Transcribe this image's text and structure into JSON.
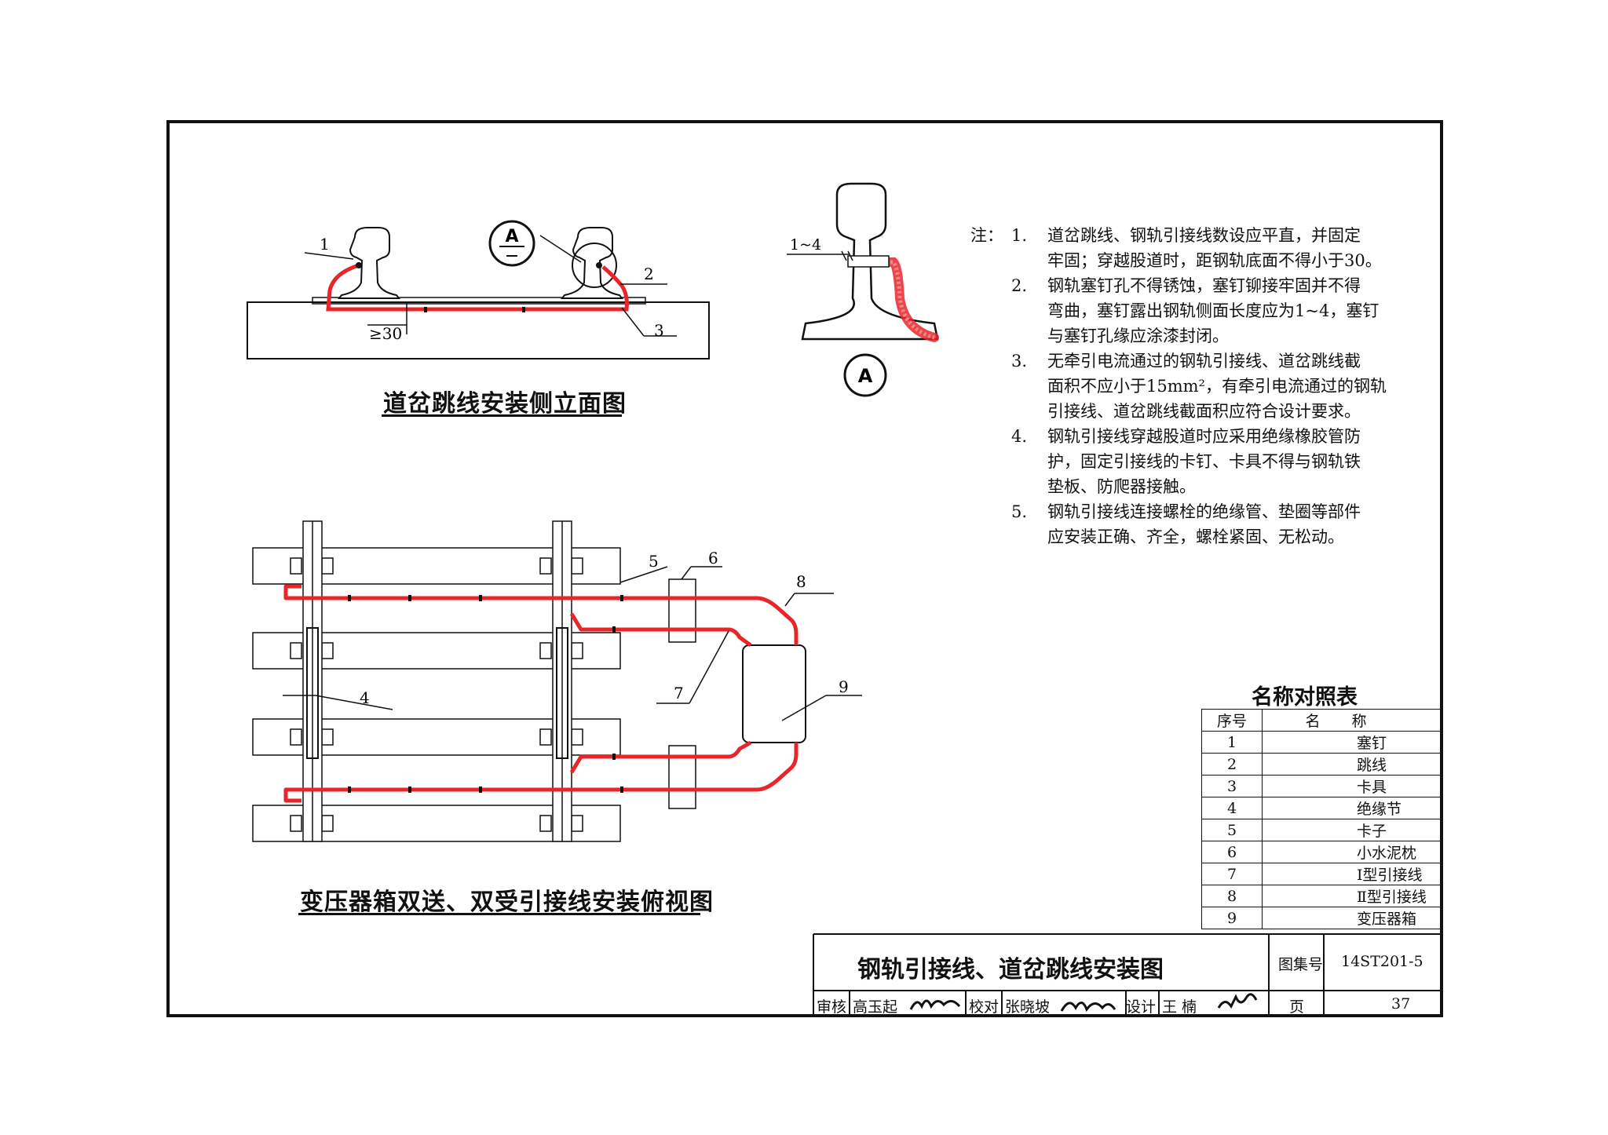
{
  "side_view": {
    "title": "道岔跳线安装侧立面图",
    "callouts": [
      "1",
      "2",
      "3"
    ],
    "dimension": "≥30",
    "detail_marker": "A"
  },
  "detail_A": {
    "dimension": "1~4",
    "marker": "A"
  },
  "notes": {
    "heading": "注：",
    "items": [
      {
        "num": "1.",
        "lines": [
          "道岔跳线、钢轨引接线数设应平直，并固定",
          "牢固；穿越股道时，距钢轨底面不得小于30。"
        ]
      },
      {
        "num": "2.",
        "lines": [
          "钢轨塞钉孔不得锈蚀，塞钉铆接牢固并不得",
          "弯曲，塞钉露出钢轨侧面长度应为1~4，塞钉",
          "与塞钉孔缘应涂漆封闭。"
        ]
      },
      {
        "num": "3.",
        "lines": [
          "无牵引电流通过的钢轨引接线、道岔跳线截",
          "面积不应小于15mm²，有牵引电流通过的钢轨",
          "引接线、道岔跳线截面积应符合设计要求。"
        ]
      },
      {
        "num": "4.",
        "lines": [
          "钢轨引接线穿越股道时应采用绝缘橡胶管防",
          "护，固定引接线的卡钉、卡具不得与钢轨铁",
          "垫板、防爬器接触。"
        ]
      },
      {
        "num": "5.",
        "lines": [
          "钢轨引接线连接螺栓的绝缘管、垫圈等部件",
          "应安装正确、齐全，螺栓紧固、无松动。"
        ]
      }
    ]
  },
  "plan_view": {
    "title": "变压器箱双送、双受引接线安装俯视图",
    "callouts": [
      "4",
      "5",
      "6",
      "7",
      "8",
      "9"
    ]
  },
  "legend": {
    "title": "名称对照表",
    "header": {
      "idx": "序号",
      "name": "名称"
    },
    "rows": [
      {
        "idx": "1",
        "name": "塞钉"
      },
      {
        "idx": "2",
        "name": "跳线"
      },
      {
        "idx": "3",
        "name": "卡具"
      },
      {
        "idx": "4",
        "name": "绝缘节"
      },
      {
        "idx": "5",
        "name": "卡子"
      },
      {
        "idx": "6",
        "name": "小水泥枕"
      },
      {
        "idx": "7",
        "name": "Ⅰ型引接线"
      },
      {
        "idx": "8",
        "name": "Ⅱ型引接线"
      },
      {
        "idx": "9",
        "name": "变压器箱"
      }
    ]
  },
  "title_block": {
    "drawing_title": "钢轨引接线、道岔跳线安装图",
    "atlas_label": "图集号",
    "atlas_no": "14ST201-5",
    "review_label": "审核",
    "reviewer": "高玉起",
    "check_label": "校对",
    "checker": "张晓坡",
    "design_label": "设计",
    "designer": "王 楠",
    "page_label": "页",
    "page_no": "37"
  },
  "colors": {
    "line": "#111111",
    "wire": "#e8262a",
    "wire_fill": "#f28a8a"
  }
}
